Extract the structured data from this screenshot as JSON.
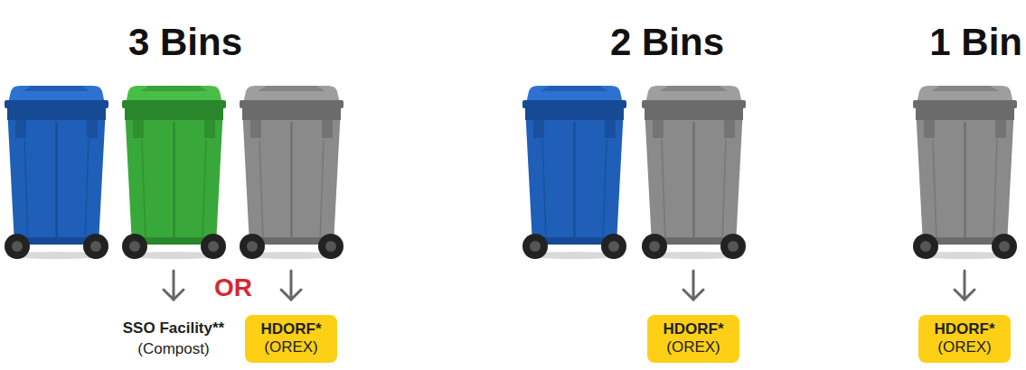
{
  "diagram": {
    "nodes": [
      {
        "text": [
          "HDORF*",
          "(OREX)"
        ]
      },
      {
        "text": [
          "HDORF*",
          "(OREX)"
        ]
      },
      {
        "text": [
          "HDORF*",
          "(OREX)"
        ]
      }
    ],
    "labels": [
      "3 Bins",
      "2 Bins",
      "1 Bin",
      "OR",
      "SSO Facility**",
      "(Compost)"
    ]
  }
}
